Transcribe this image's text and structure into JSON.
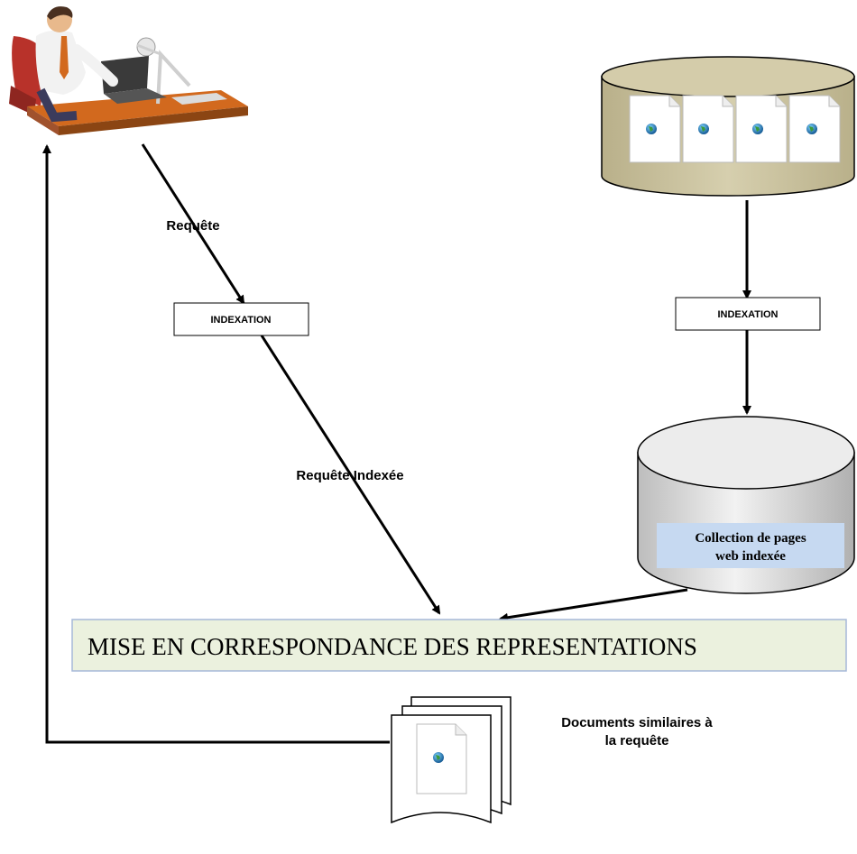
{
  "labels": {
    "requete": "Requête",
    "indexation_left": "INDEXATION",
    "indexation_right": "INDEXATION",
    "requete_indexee": "Requête Indexée",
    "collection_line1": "Collection de pages",
    "collection_line2": "web indexée",
    "mise_en_correspondance": "MISE EN CORRESPONDANCE DES REPRESENTATIONS",
    "documents_line1": "Documents similaires à",
    "documents_line2": "la requête"
  },
  "colors": {
    "top_cylinder": "#cdc4a0",
    "bottom_cylinder": "#d9d9d9",
    "collection_label_bg": "#c6d9f1",
    "match_box_fill": "#ebf1de",
    "match_box_border": "#a6b8d9",
    "desk": "#c8641e",
    "chair": "#c0392b"
  },
  "icons": {
    "user": "user-at-computer-icon",
    "web_page": "web-page-icon",
    "documents": "documents-stack-icon"
  }
}
